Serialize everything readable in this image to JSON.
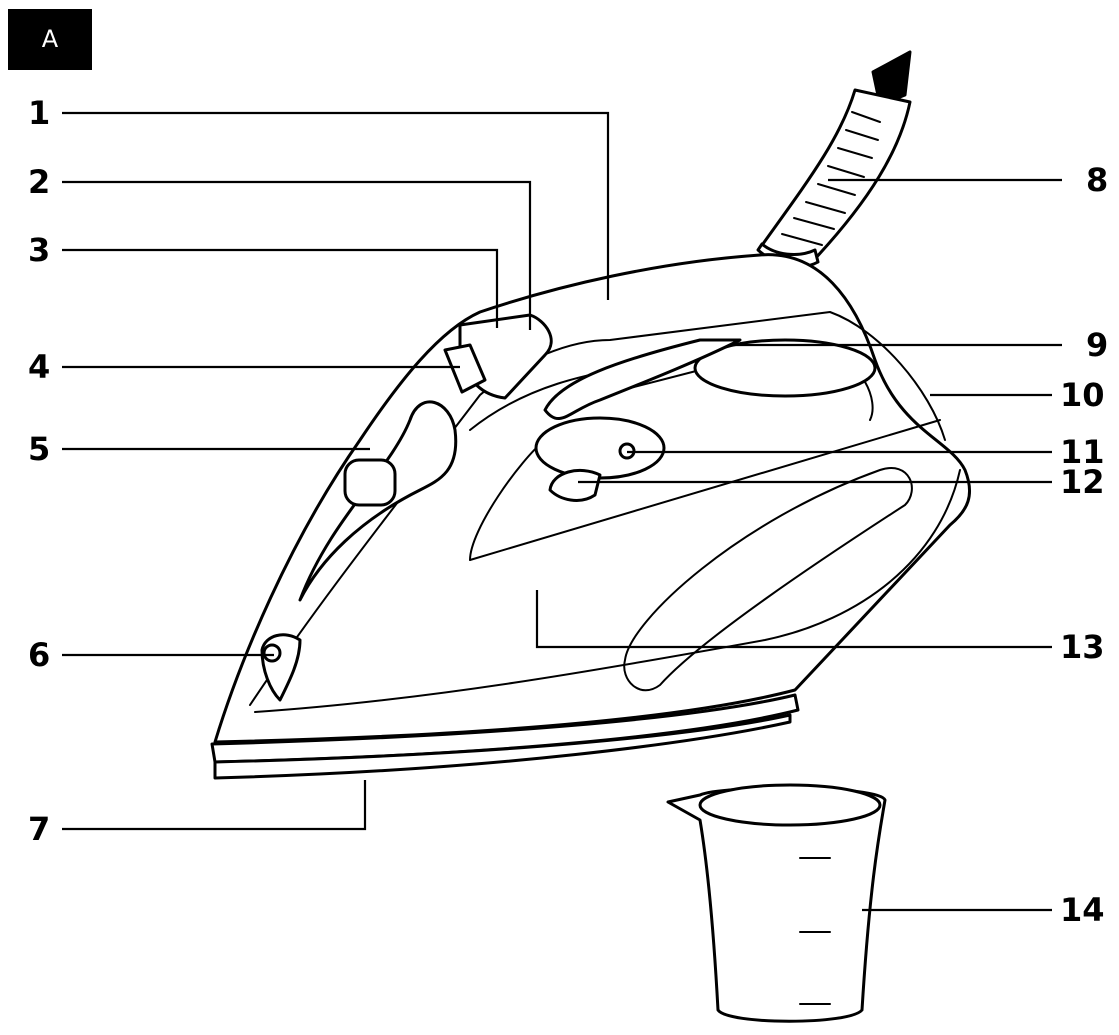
{
  "figure": {
    "badge": "A",
    "callouts": [
      "1",
      "2",
      "3",
      "4",
      "5",
      "6",
      "7",
      "8",
      "9",
      "10",
      "11",
      "12",
      "13",
      "14"
    ]
  },
  "colors": {
    "line": "#000000",
    "background": "#ffffff"
  },
  "parts": [
    "steam-iron",
    "soleplate",
    "power-cord",
    "measuring-cup"
  ]
}
